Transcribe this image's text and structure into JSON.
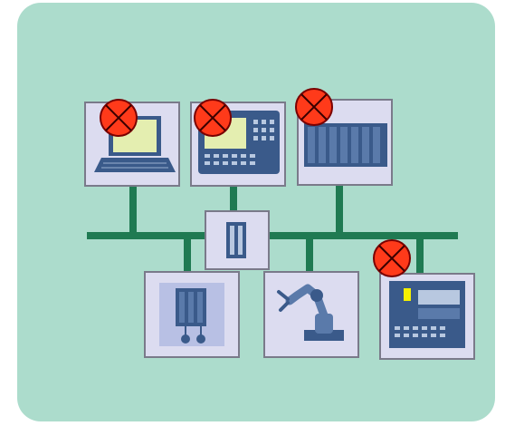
{
  "colors": {
    "background": "#acdccc",
    "bus": "#1f7a52",
    "device_frame": "#7a7a8a",
    "device_fill": "#dcdcf0",
    "fault_fill": "#ff3a1a",
    "fault_stroke": "#7a0000"
  },
  "devices": [
    {
      "id": "laptop",
      "icon": "laptop-icon",
      "fault": true,
      "interactable": true
    },
    {
      "id": "operator-panel",
      "icon": "operator-panel-icon",
      "fault": true,
      "interactable": true
    },
    {
      "id": "plc-rack",
      "icon": "plc-rack-icon",
      "fault": true,
      "interactable": true
    },
    {
      "id": "network-switch",
      "icon": "switch-icon",
      "fault": false,
      "interactable": true
    },
    {
      "id": "io-module",
      "icon": "io-module-icon",
      "fault": false,
      "interactable": true
    },
    {
      "id": "robot-arm",
      "icon": "robot-arm-icon",
      "fault": false,
      "interactable": true
    },
    {
      "id": "drive-controller",
      "icon": "drive-controller-icon",
      "fault": true,
      "interactable": true
    }
  ]
}
